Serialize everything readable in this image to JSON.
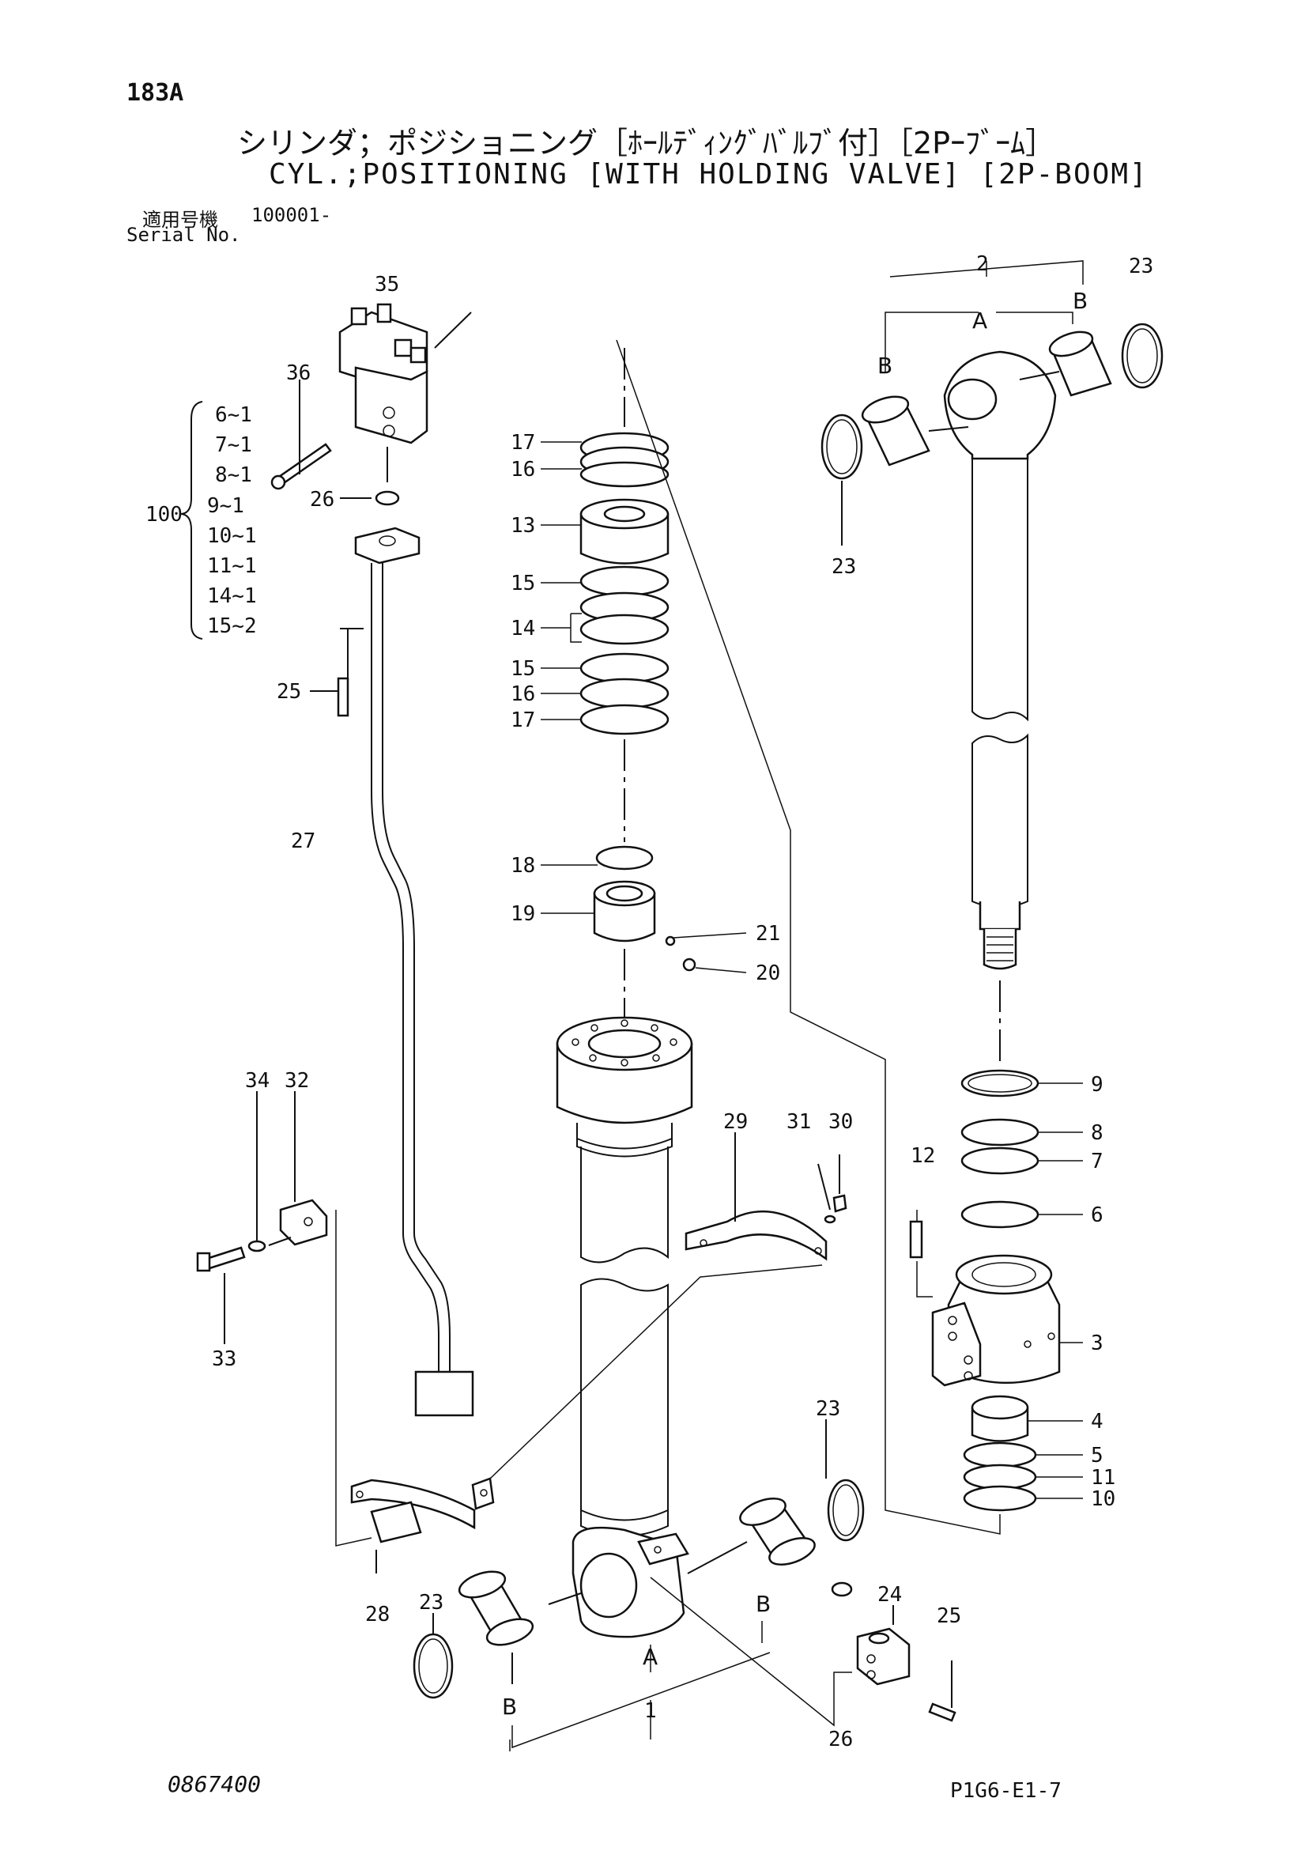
{
  "header": {
    "page_code": "183A",
    "title_jp": "シリンダ；ポジショニング［ﾎｰﾙﾃﾞｨﾝｸﾞﾊﾞﾙﾌﾞ付］［2Pｰﾌﾞｰﾑ］",
    "title_en": "CYL.;POSITIONING [WITH HOLDING VALVE] [2P-BOOM]",
    "serial_label_jp": "適用号機",
    "serial_label_en": "Serial No.",
    "serial_value": "100001-"
  },
  "kit": {
    "number": "100",
    "items": [
      "6~1",
      "7~1",
      "8~1",
      "9~1",
      "10~1",
      "11~1",
      "14~1",
      "15~2"
    ]
  },
  "callouts": {
    "p1": "1",
    "p2": "2",
    "p3": "3",
    "p4": "4",
    "p5": "5",
    "p6": "6",
    "p7": "7",
    "p8": "8",
    "p9": "9",
    "p10": "10",
    "p11": "11",
    "p12": "12",
    "p13": "13",
    "p14": "14",
    "p15": "15",
    "p16": "16",
    "p17": "17",
    "p18": "18",
    "p19": "19",
    "p20": "20",
    "p21": "21",
    "p23": "23",
    "p24": "24",
    "p25": "25",
    "p26": "26",
    "p27": "27",
    "p28": "28",
    "p29": "29",
    "p30": "30",
    "p31": "31",
    "p32": "32",
    "p33": "33",
    "p34": "34",
    "p35": "35",
    "p36": "36",
    "a": "A",
    "b": "B"
  },
  "footer": {
    "doc_number": "0867400",
    "sheet_ref": "P1G6-E1-7"
  }
}
